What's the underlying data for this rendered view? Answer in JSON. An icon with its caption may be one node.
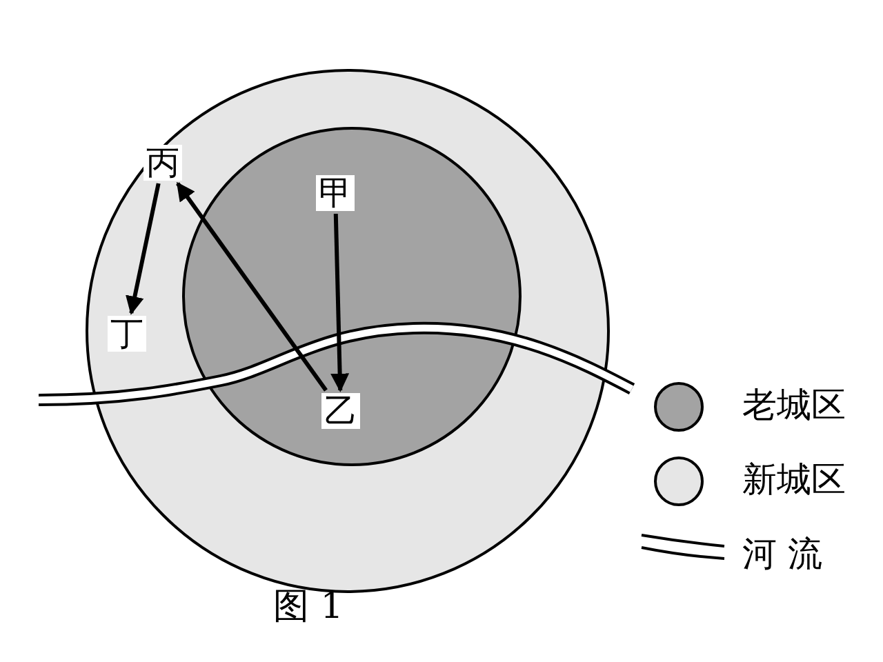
{
  "diagram": {
    "caption": "图 1",
    "nodes": [
      {
        "text": [
          "丙"
        ]
      },
      {
        "text": [
          "甲"
        ]
      },
      {
        "text": [
          "丁"
        ]
      },
      {
        "text": [
          "乙"
        ]
      }
    ],
    "edges": [
      {
        "from": 1,
        "to": 3,
        "arrow": "to"
      },
      {
        "from": 3,
        "to": 0,
        "arrow": "to"
      },
      {
        "from": 0,
        "to": 2,
        "arrow": "to"
      }
    ],
    "legend": [
      {
        "text": "老城区",
        "color": "#a3a3a3"
      },
      {
        "text": "新城区",
        "color": "#e6e6e6"
      },
      {
        "text": "河 流"
      }
    ]
  }
}
